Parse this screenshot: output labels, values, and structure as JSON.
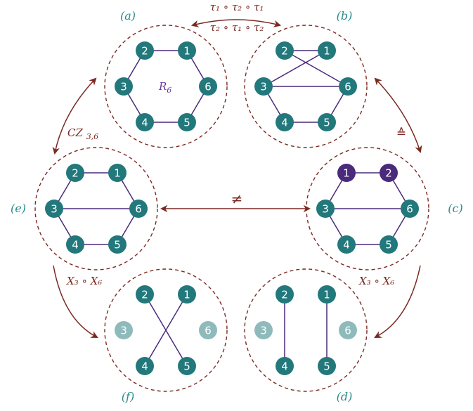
{
  "colors": {
    "teal": "#22787b",
    "teal_light": "#8fbabc",
    "purple": "#4a2a7a",
    "edge": "#4a2a7a",
    "dark_red": "#7a2a22",
    "label_teal": "#2a8a8a",
    "center_label": "#6a3a9a"
  },
  "panels": [
    {
      "id": "a",
      "label": "(a)",
      "center_text": "R",
      "center_sub": "6",
      "nodes": [
        {
          "n": "2",
          "pos": "hex-tl",
          "style": "teal"
        },
        {
          "n": "1",
          "pos": "hex-tr",
          "style": "teal"
        },
        {
          "n": "3",
          "pos": "hex-l",
          "style": "teal"
        },
        {
          "n": "6",
          "pos": "hex-r",
          "style": "teal"
        },
        {
          "n": "4",
          "pos": "hex-bl",
          "style": "teal"
        },
        {
          "n": "5",
          "pos": "hex-br",
          "style": "teal"
        }
      ],
      "edges": [
        [
          "2",
          "1"
        ],
        [
          "1",
          "6"
        ],
        [
          "6",
          "5"
        ],
        [
          "5",
          "4"
        ],
        [
          "4",
          "3"
        ],
        [
          "3",
          "2"
        ]
      ]
    },
    {
      "id": "b",
      "label": "(b)",
      "center_text": "",
      "center_sub": "",
      "nodes": [
        {
          "n": "2",
          "pos": "hex-tl",
          "style": "teal"
        },
        {
          "n": "1",
          "pos": "hex-tr",
          "style": "teal"
        },
        {
          "n": "3",
          "pos": "hex-l",
          "style": "teal"
        },
        {
          "n": "6",
          "pos": "hex-r",
          "style": "teal"
        },
        {
          "n": "4",
          "pos": "hex-bl",
          "style": "teal"
        },
        {
          "n": "5",
          "pos": "hex-br",
          "style": "teal"
        }
      ],
      "edges": [
        [
          "2",
          "1"
        ],
        [
          "2",
          "6"
        ],
        [
          "1",
          "3"
        ],
        [
          "3",
          "6"
        ],
        [
          "3",
          "4"
        ],
        [
          "4",
          "5"
        ],
        [
          "5",
          "6"
        ]
      ]
    },
    {
      "id": "c",
      "label": "(c)",
      "center_text": "",
      "center_sub": "",
      "nodes": [
        {
          "n": "1",
          "pos": "hex-tl",
          "style": "purple"
        },
        {
          "n": "2",
          "pos": "hex-tr",
          "style": "purple"
        },
        {
          "n": "3",
          "pos": "hex-l",
          "style": "teal"
        },
        {
          "n": "6",
          "pos": "hex-r",
          "style": "teal"
        },
        {
          "n": "4",
          "pos": "hex-bl",
          "style": "teal"
        },
        {
          "n": "5",
          "pos": "hex-br",
          "style": "teal"
        }
      ],
      "edges": [
        [
          "1",
          "2"
        ],
        [
          "1",
          "3"
        ],
        [
          "2",
          "6"
        ],
        [
          "3",
          "6"
        ],
        [
          "3",
          "4"
        ],
        [
          "4",
          "5"
        ],
        [
          "5",
          "6"
        ]
      ]
    },
    {
      "id": "d",
      "label": "(d)",
      "center_text": "",
      "center_sub": "",
      "nodes": [
        {
          "n": "2",
          "pos": "hex-tl",
          "style": "teal"
        },
        {
          "n": "1",
          "pos": "hex-tr",
          "style": "teal"
        },
        {
          "n": "3",
          "pos": "hex-l",
          "style": "light"
        },
        {
          "n": "6",
          "pos": "hex-r",
          "style": "light"
        },
        {
          "n": "4",
          "pos": "hex-bl",
          "style": "teal"
        },
        {
          "n": "5",
          "pos": "hex-br",
          "style": "teal"
        }
      ],
      "edges": [
        [
          "2",
          "4"
        ],
        [
          "1",
          "5"
        ]
      ]
    },
    {
      "id": "e",
      "label": "(e)",
      "center_text": "",
      "center_sub": "",
      "nodes": [
        {
          "n": "2",
          "pos": "hex-tl",
          "style": "teal"
        },
        {
          "n": "1",
          "pos": "hex-tr",
          "style": "teal"
        },
        {
          "n": "3",
          "pos": "hex-l",
          "style": "teal"
        },
        {
          "n": "6",
          "pos": "hex-r",
          "style": "teal"
        },
        {
          "n": "4",
          "pos": "hex-bl",
          "style": "teal"
        },
        {
          "n": "5",
          "pos": "hex-br",
          "style": "teal"
        }
      ],
      "edges": [
        [
          "2",
          "1"
        ],
        [
          "1",
          "6"
        ],
        [
          "6",
          "5"
        ],
        [
          "5",
          "4"
        ],
        [
          "4",
          "3"
        ],
        [
          "3",
          "2"
        ],
        [
          "3",
          "6"
        ]
      ]
    },
    {
      "id": "f",
      "label": "(f)",
      "center_text": "",
      "center_sub": "",
      "nodes": [
        {
          "n": "2",
          "pos": "hex-tl",
          "style": "teal"
        },
        {
          "n": "1",
          "pos": "hex-tr",
          "style": "teal"
        },
        {
          "n": "3",
          "pos": "hex-l",
          "style": "light"
        },
        {
          "n": "6",
          "pos": "hex-r",
          "style": "light"
        },
        {
          "n": "4",
          "pos": "hex-bl",
          "style": "teal"
        },
        {
          "n": "5",
          "pos": "hex-br",
          "style": "teal"
        }
      ],
      "edges": [
        [
          "2",
          "5"
        ],
        [
          "1",
          "4"
        ]
      ]
    }
  ],
  "operations": {
    "ab_top": "τ₁ ∘ τ₂ ∘ τ₁",
    "ab_bottom": "τ₂ ∘ τ₁ ∘ τ₂",
    "ae_label": "CZ",
    "ae_sub": "3,6",
    "bc_label": "≙",
    "ec_label": "≠",
    "ef_label": "X₃ ∘ X₆",
    "cd_label": "X₃ ∘ X₆"
  }
}
